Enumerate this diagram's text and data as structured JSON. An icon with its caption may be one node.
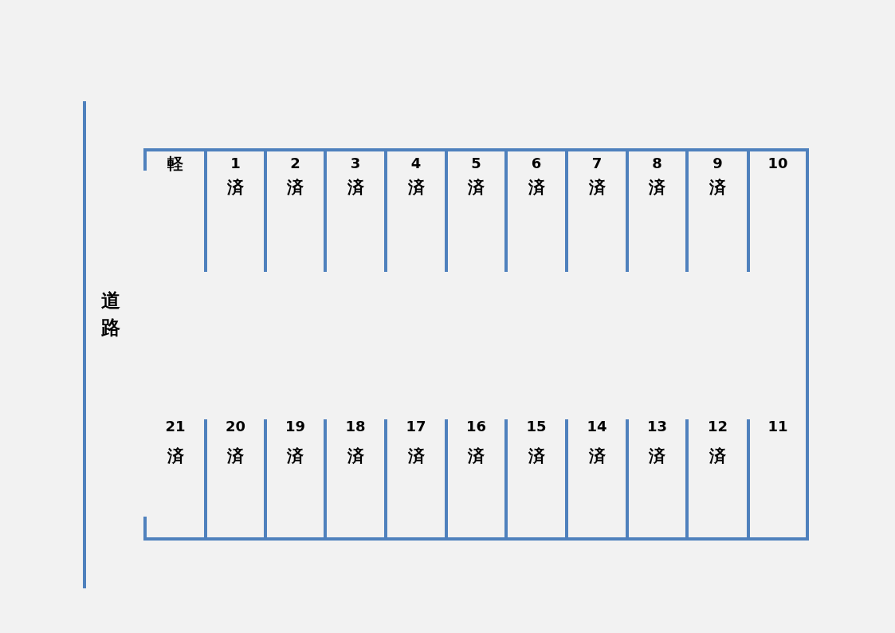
{
  "diagram": {
    "labels": [
      "軽",
      "1",
      "2",
      "3",
      "4",
      "5",
      "6",
      "7",
      "8",
      "9",
      "10",
      "済",
      "済",
      "済",
      "済",
      "済",
      "済",
      "済",
      "済",
      "済",
      "道路",
      "21",
      "20",
      "19",
      "18",
      "17",
      "16",
      "15",
      "14",
      "13",
      "12",
      "11",
      "済",
      "済",
      "済",
      "済",
      "済",
      "済",
      "済",
      "済",
      "済",
      "済"
    ]
  }
}
